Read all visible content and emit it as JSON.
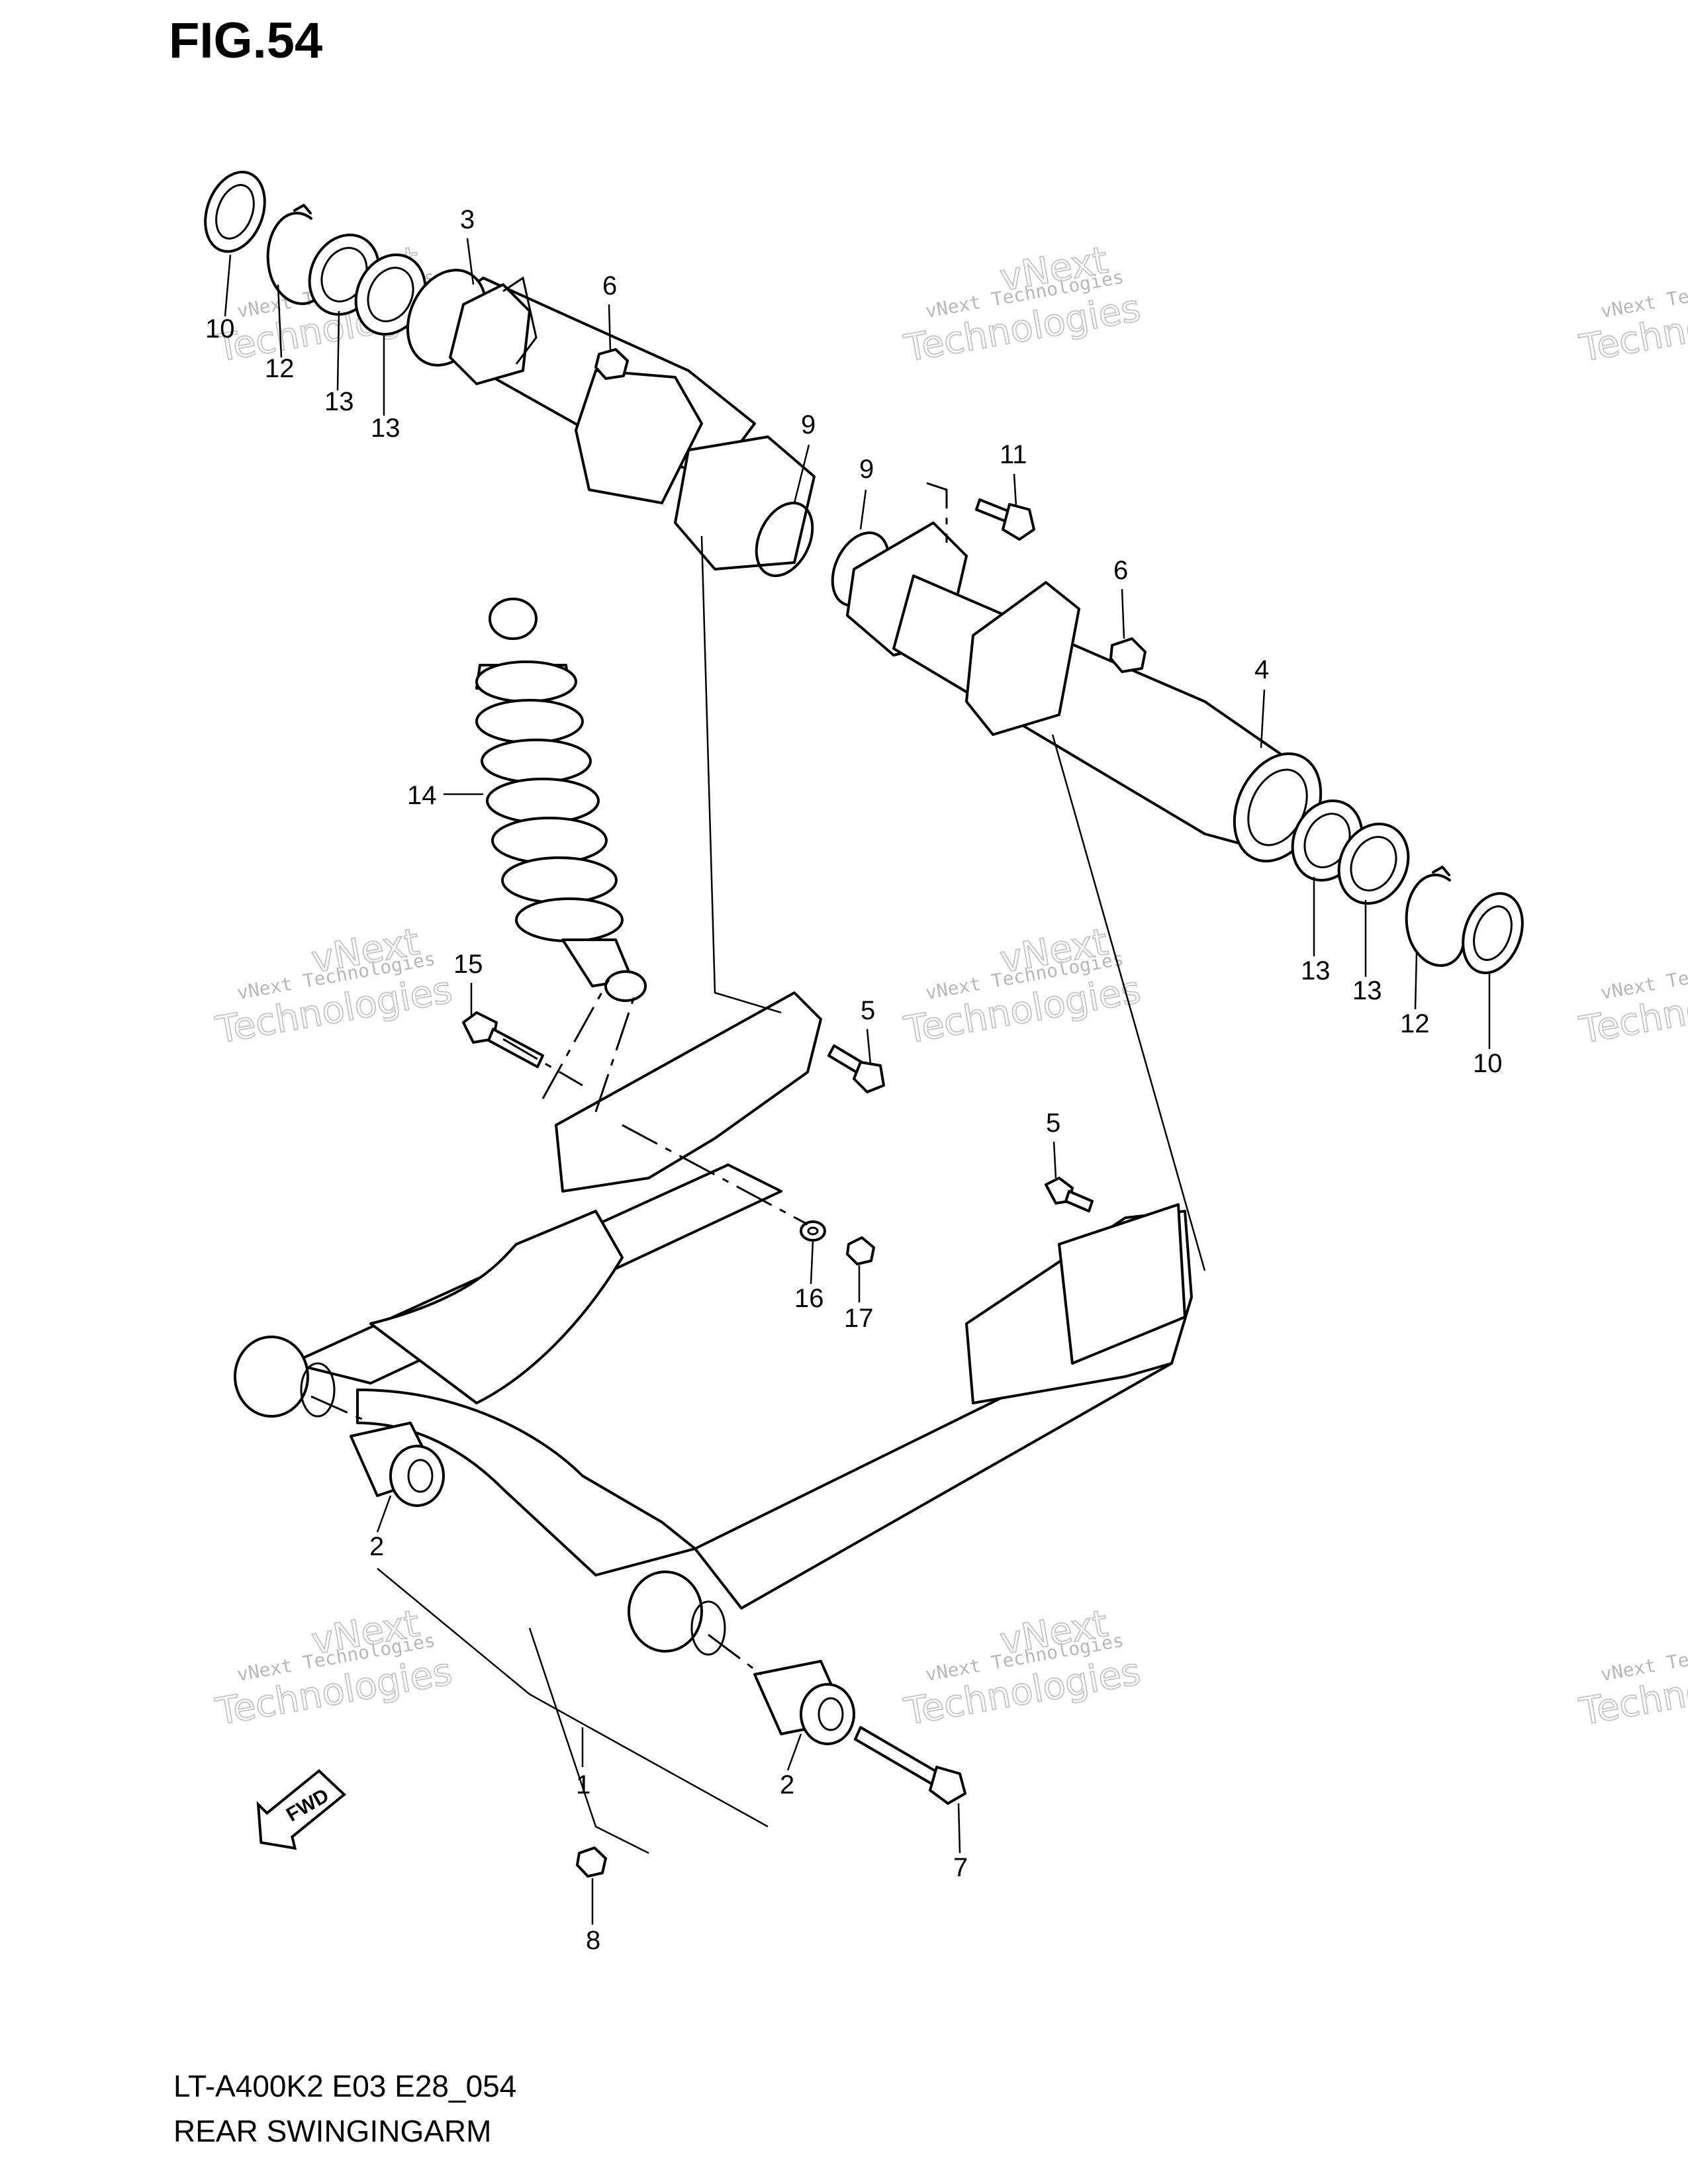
{
  "figure": {
    "title": "FIG.54",
    "model_code": "LT-A400K2 E03 E28_054",
    "section_name": "REAR SWINGINGARM",
    "fwd_label": "FWD"
  },
  "watermark": {
    "line1": "vNext Technologies",
    "line2": "vNext",
    "line3": "Technologies"
  },
  "callouts": [
    "1",
    "2",
    "2",
    "3",
    "4",
    "5",
    "5",
    "6",
    "6",
    "7",
    "8",
    "9",
    "9",
    "10",
    "10",
    "11",
    "12",
    "12",
    "13",
    "13",
    "13",
    "13",
    "14",
    "15",
    "16",
    "17"
  ]
}
